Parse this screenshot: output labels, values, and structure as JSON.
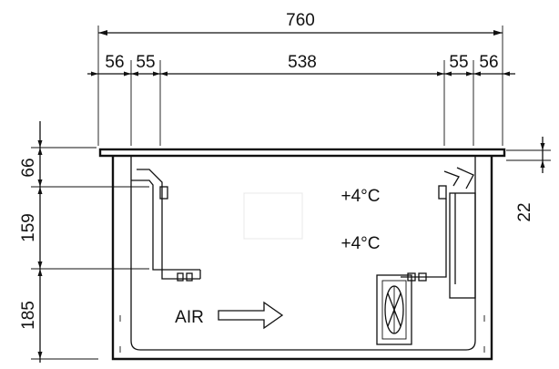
{
  "dimensions": {
    "overall_width": "760",
    "left_outer": "56",
    "left_inner": "55",
    "center_width": "538",
    "right_inner": "55",
    "right_outer": "56",
    "top_height": "66",
    "mid_height": "159",
    "bottom_height": "185",
    "rim_height": "22"
  },
  "labels": {
    "temp_upper": "+4°C",
    "temp_lower": "+4°C",
    "airflow": "AIR"
  },
  "colors": {
    "line": "#111111",
    "background": "#ffffff"
  },
  "icons": {
    "airflow_arrow": "right-arrow-icon",
    "fan": "fan-icon"
  }
}
